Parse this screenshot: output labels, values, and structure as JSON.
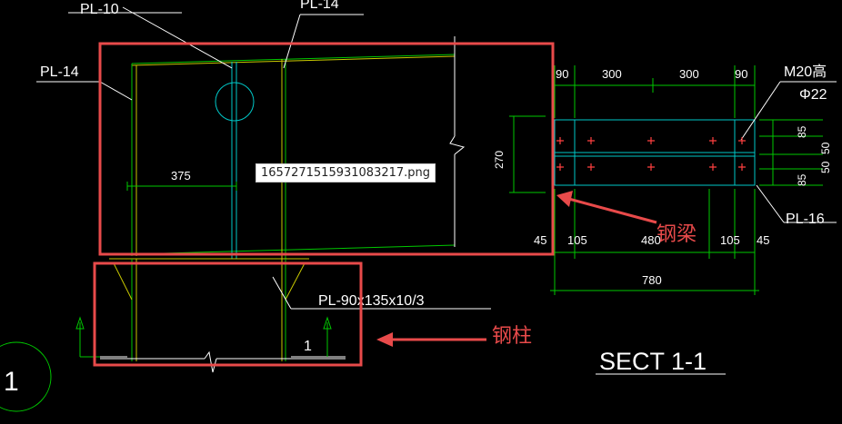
{
  "labels": {
    "pl10": "PL-10",
    "pl14_top": "PL-14",
    "pl14_left": "PL-14",
    "pl16": "PL-16",
    "pl_plate": "PL-90x135x10/3",
    "bolt_spec": "M20高",
    "bolt_dia": "Φ22",
    "section_ref": "1",
    "section_title": "SECT 1-1",
    "circle_num": "1"
  },
  "dims": {
    "d375": "375",
    "d270": "270",
    "d45_left": "45",
    "d105_a": "105",
    "d480": "480",
    "d105_b": "105",
    "d45_right": "45",
    "d780": "780",
    "d90_left": "90",
    "d300_a": "300",
    "d300_b": "300",
    "d90_right": "90",
    "d85_top": "85",
    "d50_a": "50",
    "d50_b": "50",
    "d85_bot": "85"
  },
  "annotations": {
    "beam": "钢梁",
    "column": "钢柱"
  },
  "tooltip": "1657271515931083217.png",
  "colors": {
    "highlight_red": "#e84a4a",
    "cad_green": "#00c800",
    "cad_cyan": "#00c8c8",
    "cad_yellow": "#c8c800",
    "cad_white": "#ffffff"
  }
}
